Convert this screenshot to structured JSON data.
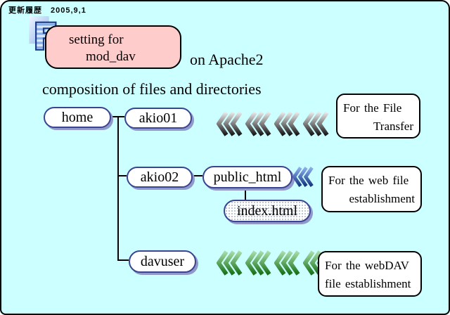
{
  "meta": {
    "note": "更新履歴　2005,9,1"
  },
  "header": {
    "badge_line1": "setting for",
    "badge_line2": "mod_dav",
    "suffix": "on Apache2",
    "logo_icon": "letter-F-3d"
  },
  "heading": "composition of files and directories",
  "tree": {
    "root": "home",
    "akio01": "akio01",
    "akio02": "akio02",
    "davuser": "davuser",
    "public_html": "public_html",
    "index_html": "index.html"
  },
  "boxes": {
    "file_transfer": {
      "line1": "For the File",
      "line2": "Transfer"
    },
    "web_file": {
      "line1": "For the web file",
      "line2": "establishment"
    },
    "webdav": {
      "line1": "For the webDAV",
      "line2": "file establishment"
    }
  },
  "chevrons": {
    "akio01": {
      "groups": 4,
      "per_group": 3,
      "height": 38,
      "color_top": "#e9e9e9",
      "color_bottom": "#161616"
    },
    "public_html": {
      "groups": 1,
      "per_group": 3,
      "height": 31,
      "color_top": "#8fb0ee",
      "color_bottom": "#16347f"
    },
    "davuser": {
      "groups": 4,
      "per_group": 3,
      "height": 38,
      "color_top": "#a9dca9",
      "color_bottom": "#167016"
    }
  },
  "colors": {
    "background": "#ccffff",
    "badge_pink": "#ffcccc",
    "pill_border_navy": "#3a4491",
    "pill_shadow": "#9099c9",
    "line_black": "#000000"
  }
}
